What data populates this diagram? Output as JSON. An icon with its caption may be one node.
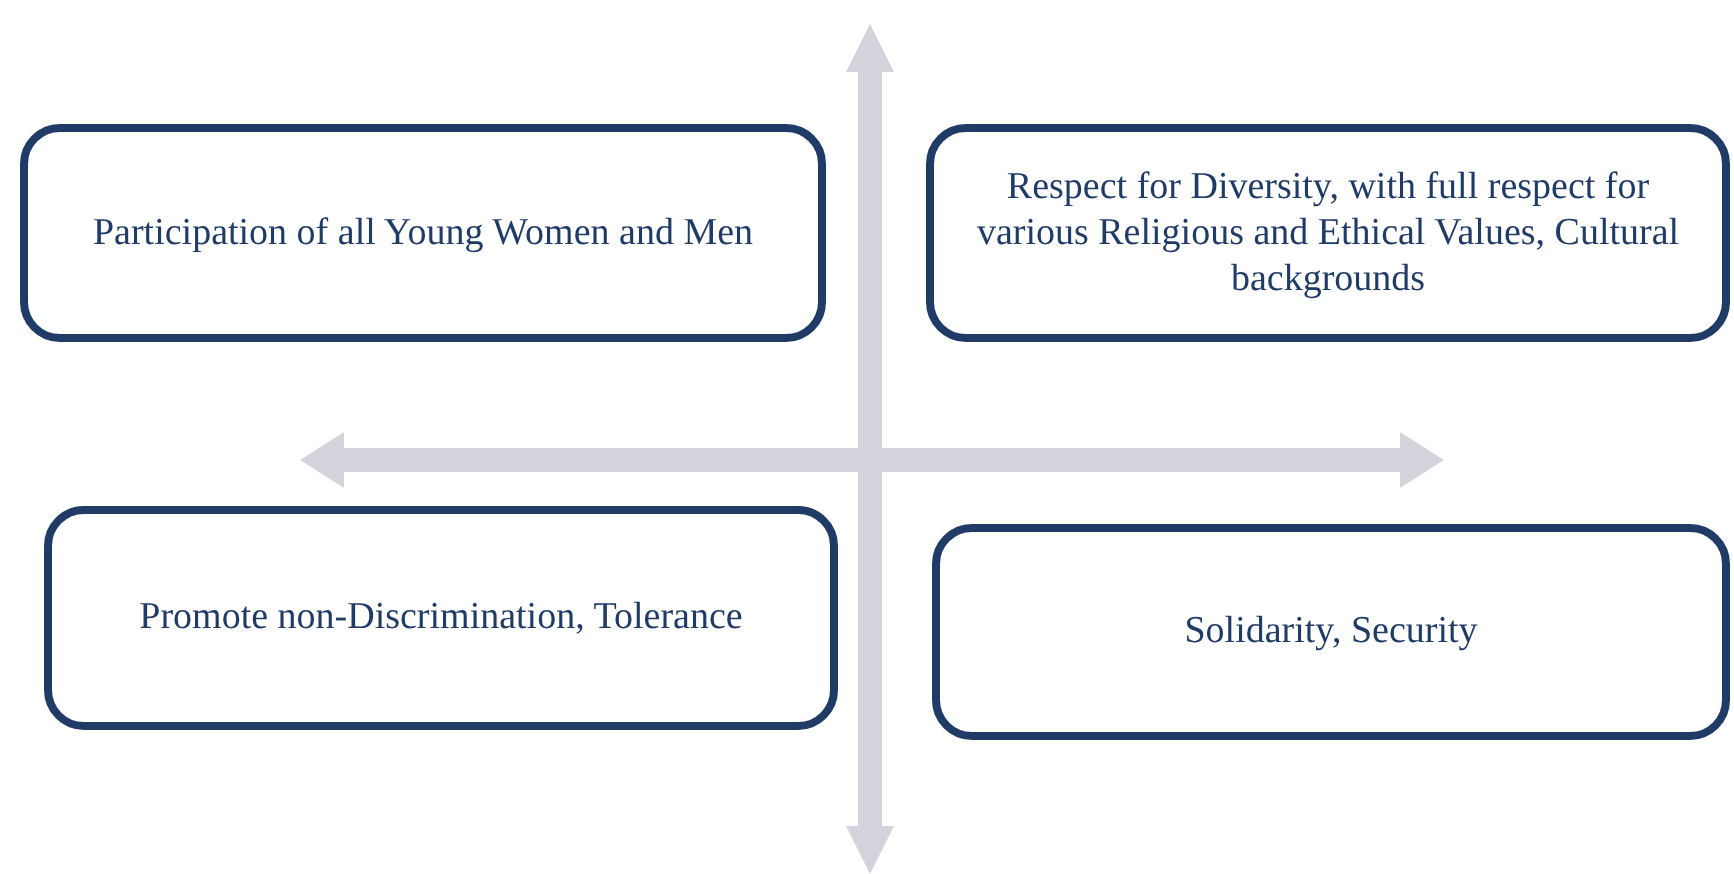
{
  "diagram": {
    "nodes": [
      {
        "text": [
          "Participation of all Young Women and Men"
        ]
      },
      {
        "text": [
          "Respect for Diversity, with full respect for various Religious and Ethical Values, Cultural backgrounds"
        ]
      },
      {
        "text": [
          "Promote non-Discrimination, Tolerance"
        ]
      },
      {
        "text": [
          "Solidarity, Security"
        ]
      }
    ]
  }
}
